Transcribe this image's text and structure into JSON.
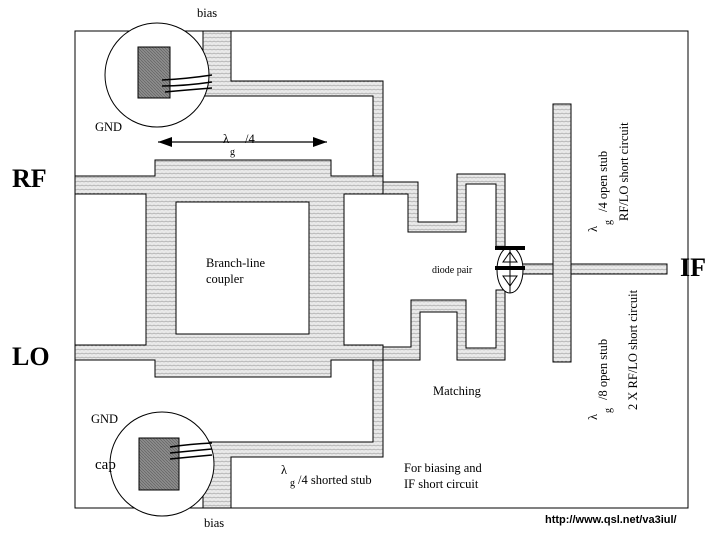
{
  "ports": {
    "rf": "RF",
    "lo": "LO",
    "if": "IF"
  },
  "bias": {
    "top": "bias",
    "bottom": "bias"
  },
  "gnd": {
    "top": "GND",
    "bottom": "GND"
  },
  "cap_label": "cap",
  "wavelength": {
    "lambda": "λ",
    "g": "g",
    "quarter": "/4",
    "eighth": "/8"
  },
  "coupler": {
    "line1": "Branch-line",
    "line2": "coupler"
  },
  "diode_pair": "diode pair",
  "matching": "Matching",
  "shorted_stub": "/4 shorted stub",
  "biasing_note": {
    "line1": "For biasing and",
    "line2": "IF short circuit"
  },
  "open_stub_upper": {
    "line1": "/4 open stub",
    "line2": "RF/LO short circuit"
  },
  "open_stub_lower": {
    "line1": "/8 open stub",
    "line2": "2 X RF/LO short circuit"
  },
  "source_url": "http://www.qsl.net/va3iul/"
}
